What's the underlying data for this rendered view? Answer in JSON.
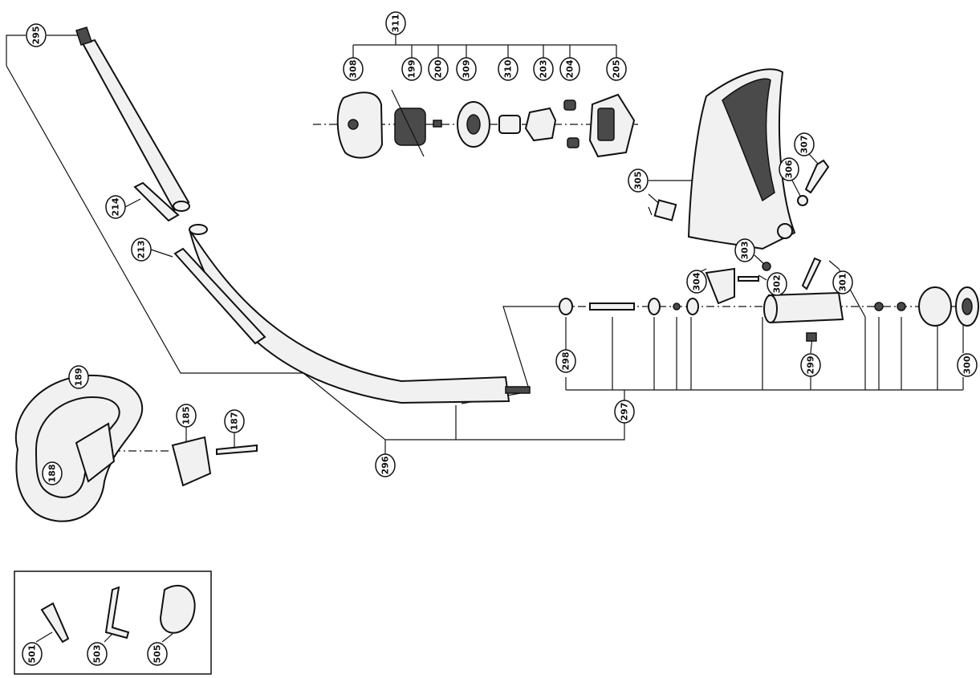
{
  "callouts": [
    {
      "id": "295",
      "label": "295"
    },
    {
      "id": "311",
      "label": "311"
    },
    {
      "id": "308",
      "label": "308"
    },
    {
      "id": "199",
      "label": "199"
    },
    {
      "id": "200",
      "label": "200"
    },
    {
      "id": "309",
      "label": "309"
    },
    {
      "id": "310",
      "label": "310"
    },
    {
      "id": "203",
      "label": "203"
    },
    {
      "id": "204",
      "label": "204"
    },
    {
      "id": "205",
      "label": "205"
    },
    {
      "id": "214",
      "label": "214"
    },
    {
      "id": "213",
      "label": "213"
    },
    {
      "id": "305",
      "label": "305"
    },
    {
      "id": "306",
      "label": "306"
    },
    {
      "id": "307",
      "label": "307"
    },
    {
      "id": "303",
      "label": "303"
    },
    {
      "id": "304",
      "label": "304"
    },
    {
      "id": "302",
      "label": "302"
    },
    {
      "id": "301",
      "label": "301"
    },
    {
      "id": "298",
      "label": "298"
    },
    {
      "id": "299",
      "label": "299"
    },
    {
      "id": "300",
      "label": "300"
    },
    {
      "id": "297",
      "label": "297"
    },
    {
      "id": "296",
      "label": "296"
    },
    {
      "id": "189",
      "label": "189"
    },
    {
      "id": "185",
      "label": "185"
    },
    {
      "id": "187",
      "label": "187"
    },
    {
      "id": "188",
      "label": "188"
    },
    {
      "id": "501",
      "label": "501"
    },
    {
      "id": "503",
      "label": "503"
    },
    {
      "id": "505",
      "label": "505"
    }
  ]
}
